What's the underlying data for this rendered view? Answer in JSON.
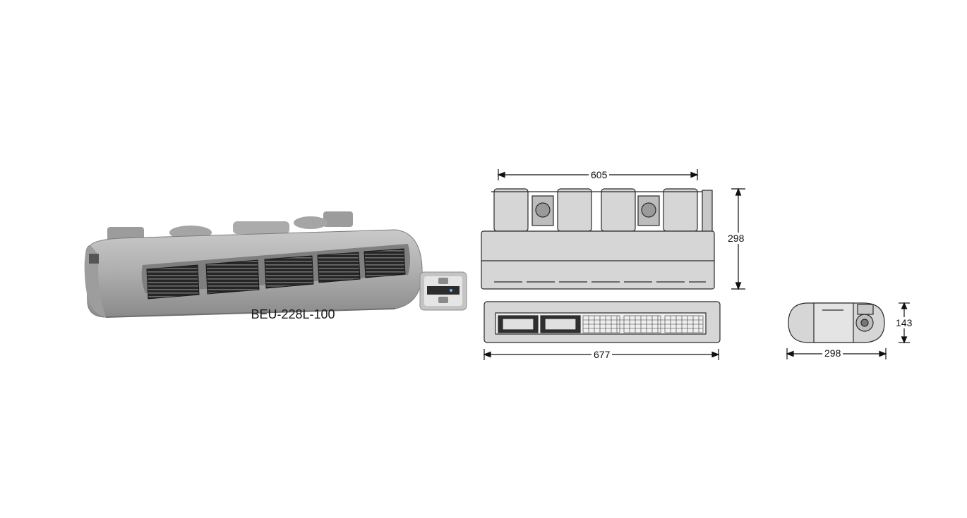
{
  "product": {
    "model": "BEU-228L-100"
  },
  "dimensions": {
    "top_width": "605",
    "height": "298",
    "bottom_width": "677",
    "side_depth": "298",
    "side_height": "143"
  },
  "colors": {
    "unit_body": "#b3b3b3",
    "unit_shadow": "#8f8f8f",
    "drawing_line": "#2a2a2a",
    "drawing_fill": "#d6d6d6"
  }
}
